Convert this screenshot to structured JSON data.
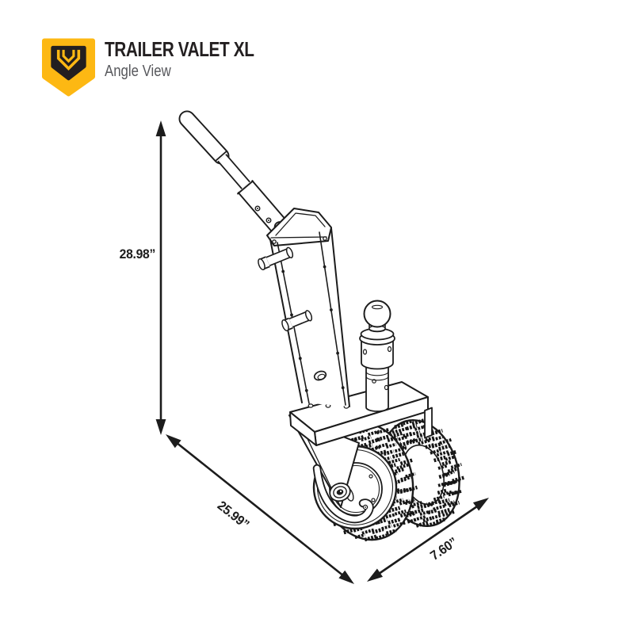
{
  "header": {
    "title": "TRAILER VALET XL",
    "subtitle": "Angle View",
    "logo_icon": "trailer-valet-shield"
  },
  "colors": {
    "brand_yellow": "#FDB813",
    "ink": "#1c1c1c",
    "subtitle_gray": "#57585c"
  },
  "diagram": {
    "type": "product-dimension-drawing",
    "product": "Trailer Valet XL trailer dolly",
    "view": "Angle View",
    "dimensions": {
      "height": {
        "value": "28.98”",
        "axis": "vertical"
      },
      "length": {
        "value": "25.99”",
        "axis": "diagonal-lower-left"
      },
      "width": {
        "value": "7.60”",
        "axis": "diagonal-lower-right"
      }
    }
  }
}
